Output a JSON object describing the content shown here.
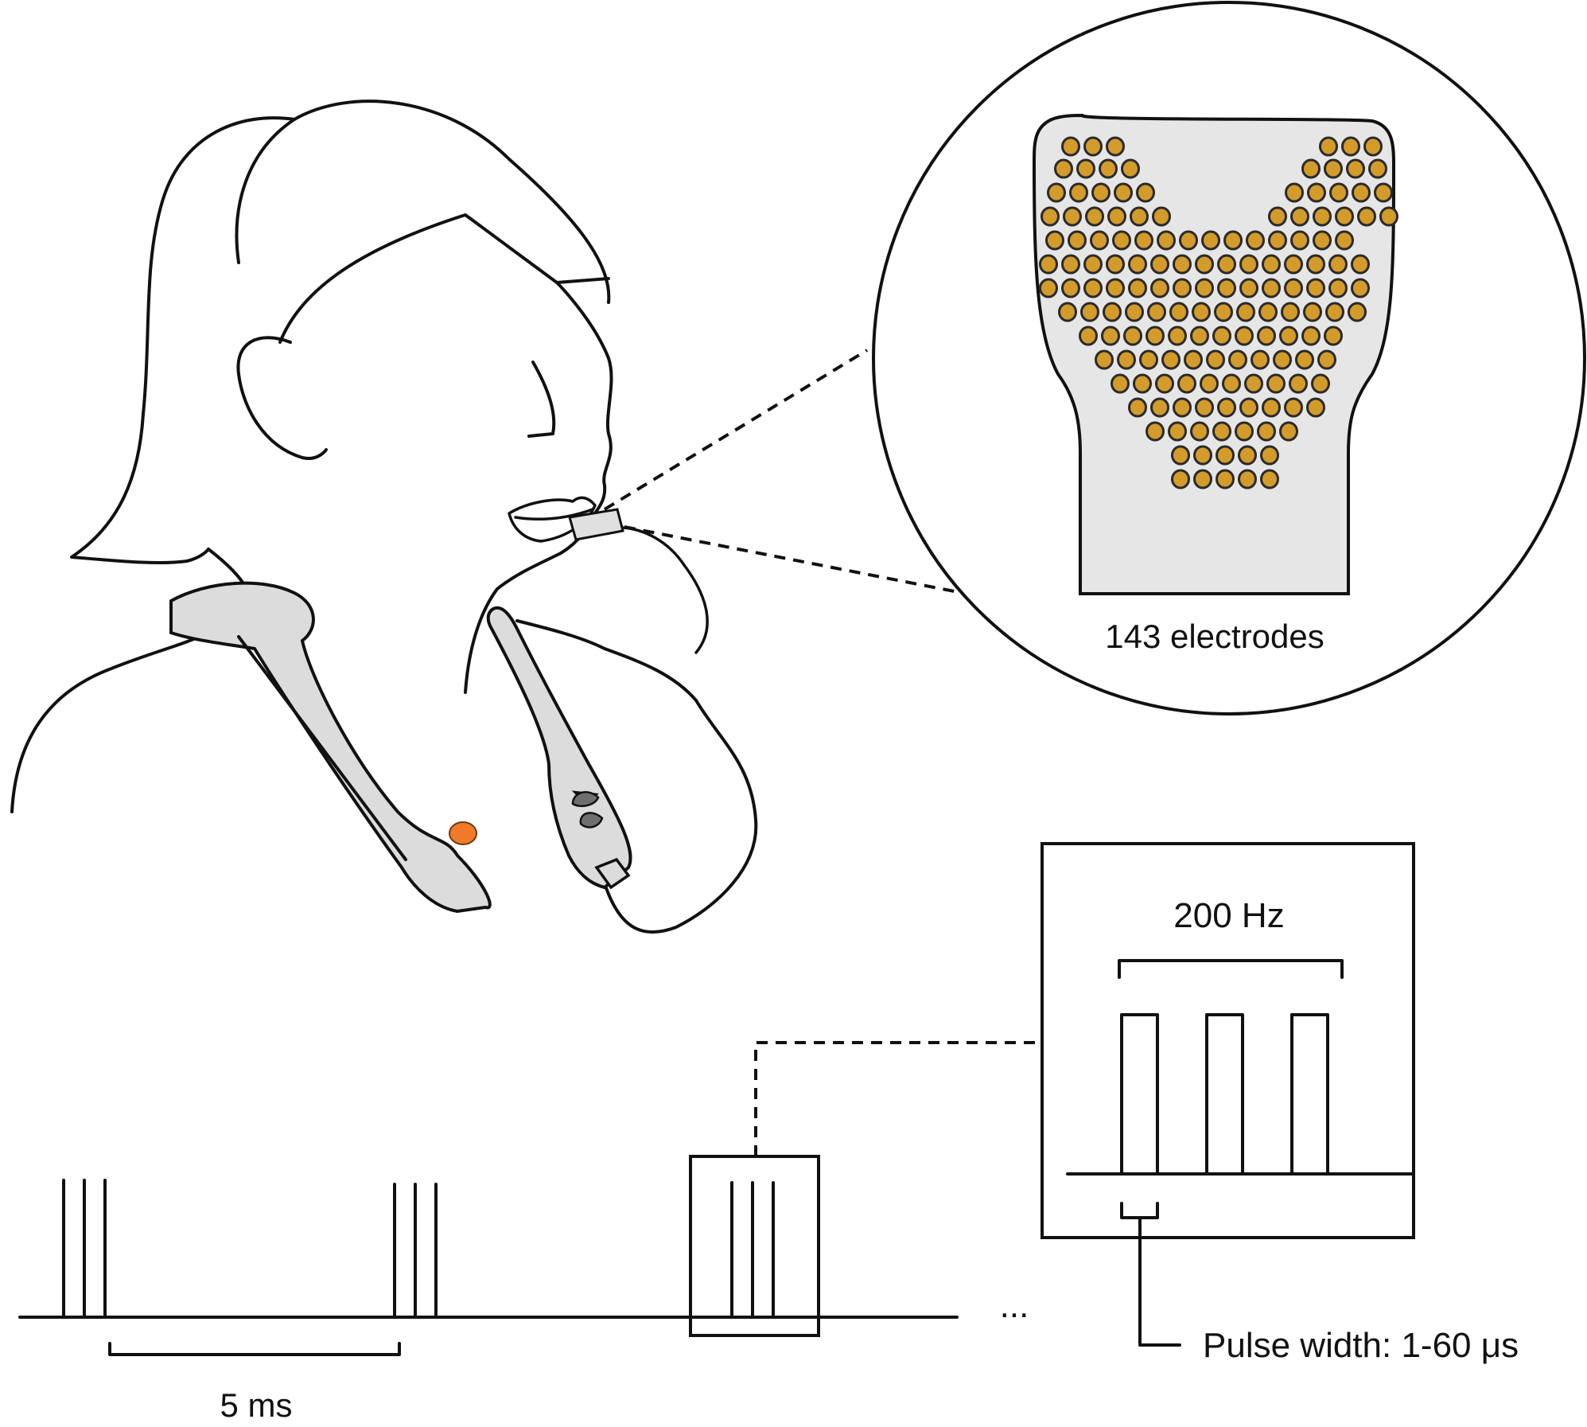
{
  "labels": {
    "electrode_count": "143 electrodes",
    "frequency": "200 Hz",
    "burst_interval": "5 ms",
    "pulse_width": "Pulse width: 1-60 μs",
    "continuation": "..."
  },
  "electrode_array": {
    "count": 143,
    "electrode_color": "#d39b2a",
    "substrate_color": "#e6e6e6"
  },
  "device": {
    "body_color": "#dcdcdc",
    "indicator_color": "#f07a2a",
    "button_color": "#6f6f6f"
  }
}
